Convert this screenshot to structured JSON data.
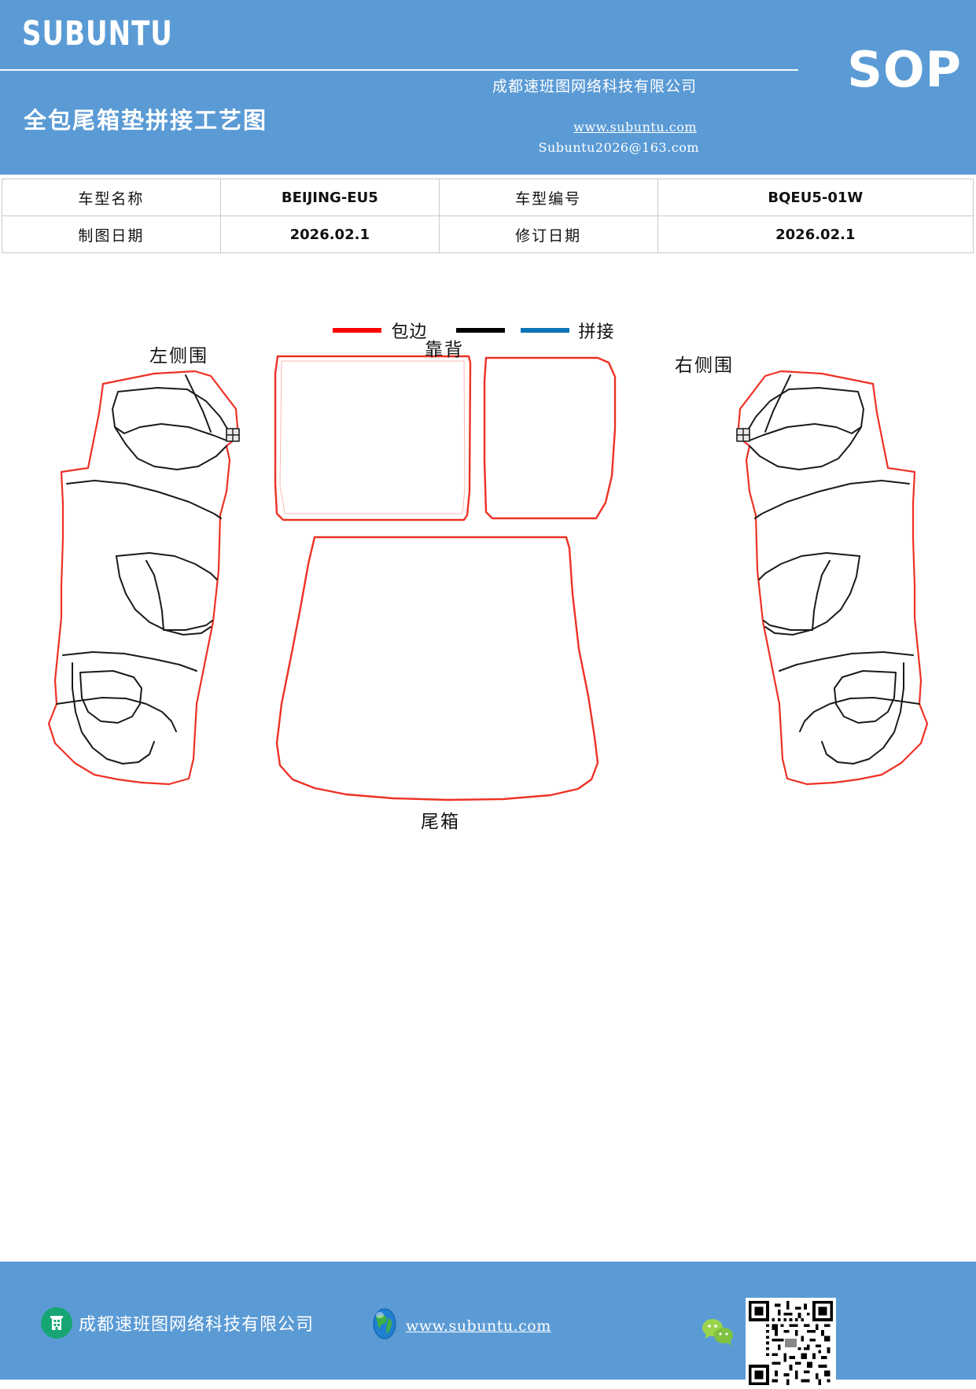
{
  "header": {
    "brand": "SUBUNTU",
    "doc_title": "全包尾箱垫拼接工艺图",
    "badge": "SOP",
    "company": "成都速班图网络科技有限公司",
    "website": "www.subuntu.com",
    "email": "Subuntu2026@163.com",
    "bg_color": "#5b9bd5"
  },
  "info_table": {
    "rows": [
      {
        "label1": "车型名称",
        "value1": "BEIJING-EU5",
        "label2": "车型编号",
        "value2": "BQEU5-01W"
      },
      {
        "label1": "制图日期",
        "value1": "2026.02.1",
        "label2": "修订日期",
        "value2": "2026.02.1"
      }
    ]
  },
  "legend": {
    "items": [
      {
        "label": "包边",
        "color": "#ff0000",
        "icon": "line-swatch-red"
      },
      {
        "label": "",
        "color": "#000000",
        "icon": "line-swatch-black"
      },
      {
        "label": "拼接",
        "color": "#0c72b8",
        "icon": "line-swatch-blue"
      }
    ]
  },
  "drawing": {
    "parts": [
      {
        "name": "left-side-panel",
        "label": "左侧围"
      },
      {
        "name": "backrest-panel",
        "label": "靠背"
      },
      {
        "name": "right-side-panel",
        "label": "右侧围"
      },
      {
        "name": "trunk-panel",
        "label": "尾箱"
      }
    ],
    "edge_color": "#ee3124",
    "seam_color": "#1a1a1a"
  },
  "footer": {
    "company": "成都速班图网络科技有限公司",
    "website": "www.subuntu.com",
    "icons": {
      "company": "building-icon",
      "globe": "globe-icon",
      "wechat": "wechat-icon",
      "qr": "qr-code-icon"
    }
  }
}
